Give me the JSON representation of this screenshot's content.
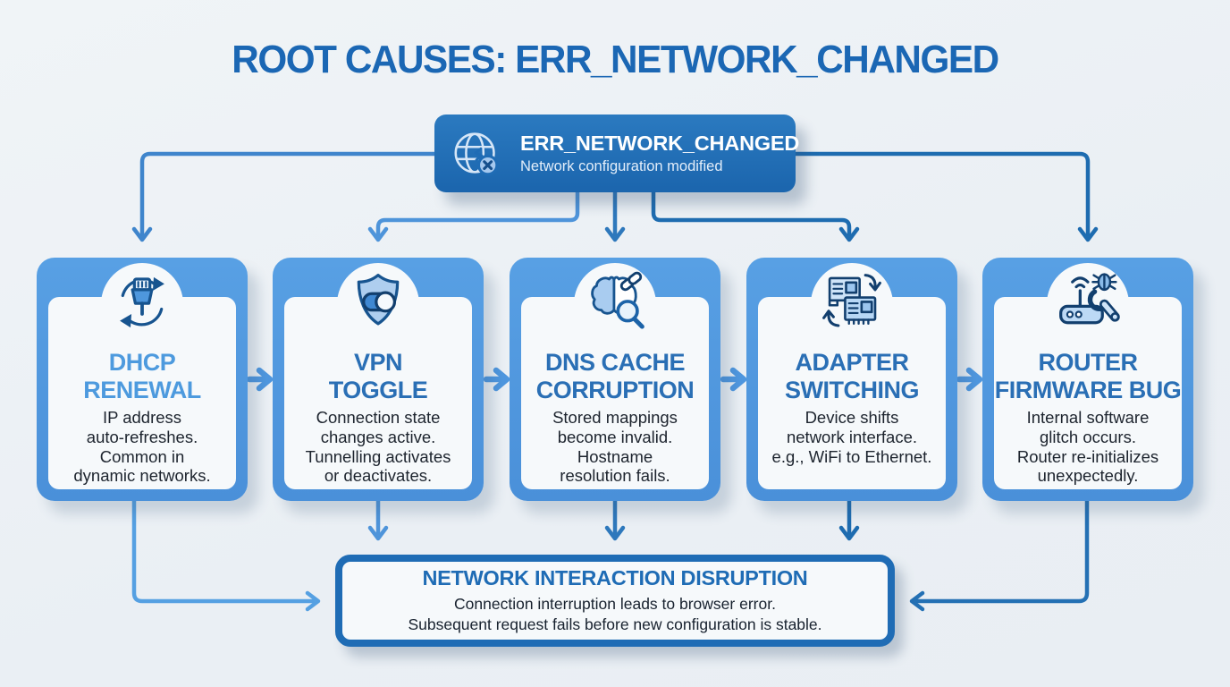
{
  "title": "ROOT CAUSES: ERR_NETWORK_CHANGED",
  "error_node": {
    "icon": "globe-network-error-icon",
    "title": "ERR_NETWORK_CHANGED",
    "subtitle": "Network configuration modified"
  },
  "causes": [
    {
      "icon": "dhcp-plug-refresh-icon",
      "title": "DHCP\nRENEWAL",
      "body": "IP address\nauto-refreshes.\nCommon in\ndynamic networks.",
      "title_color": "#4d9ade"
    },
    {
      "icon": "vpn-shield-toggle-icon",
      "title": "VPN\nTOGGLE",
      "body": "Connection state\nchanges active.\nTunnelling activates\nor deactivates.",
      "title_color": "#2a6fb5"
    },
    {
      "icon": "dns-brain-link-magnifier-icon",
      "title": "DNS CACHE\nCORRUPTION",
      "body": "Stored mappings\nbecome invalid.\nHostname\nresolution fails.",
      "title_color": "#2a6fb5"
    },
    {
      "icon": "adapter-cards-swap-icon",
      "title": "ADAPTER\nSWITCHING",
      "body": "Device shifts\nnetwork interface.\ne.g., WiFi to Ethernet.",
      "title_color": "#2a6fb5"
    },
    {
      "icon": "router-bug-wrench-icon",
      "title": "ROUTER\nFIRMWARE BUG",
      "body": "Internal software\nglitch occurs.\nRouter re-initializes\nunexpectedly.",
      "title_color": "#2a6fb5"
    }
  ],
  "outcome": {
    "title": "NETWORK INTERACTION DISRUPTION",
    "body": "Connection interruption leads to browser error.\nSubsequent request fails before new configuration is stable."
  },
  "colors": {
    "accent_dark": "#1e6cb0",
    "accent_light": "#4f97df",
    "heading": "#1b67b4",
    "body_text": "#1d242e",
    "background": "#edf1f5"
  }
}
